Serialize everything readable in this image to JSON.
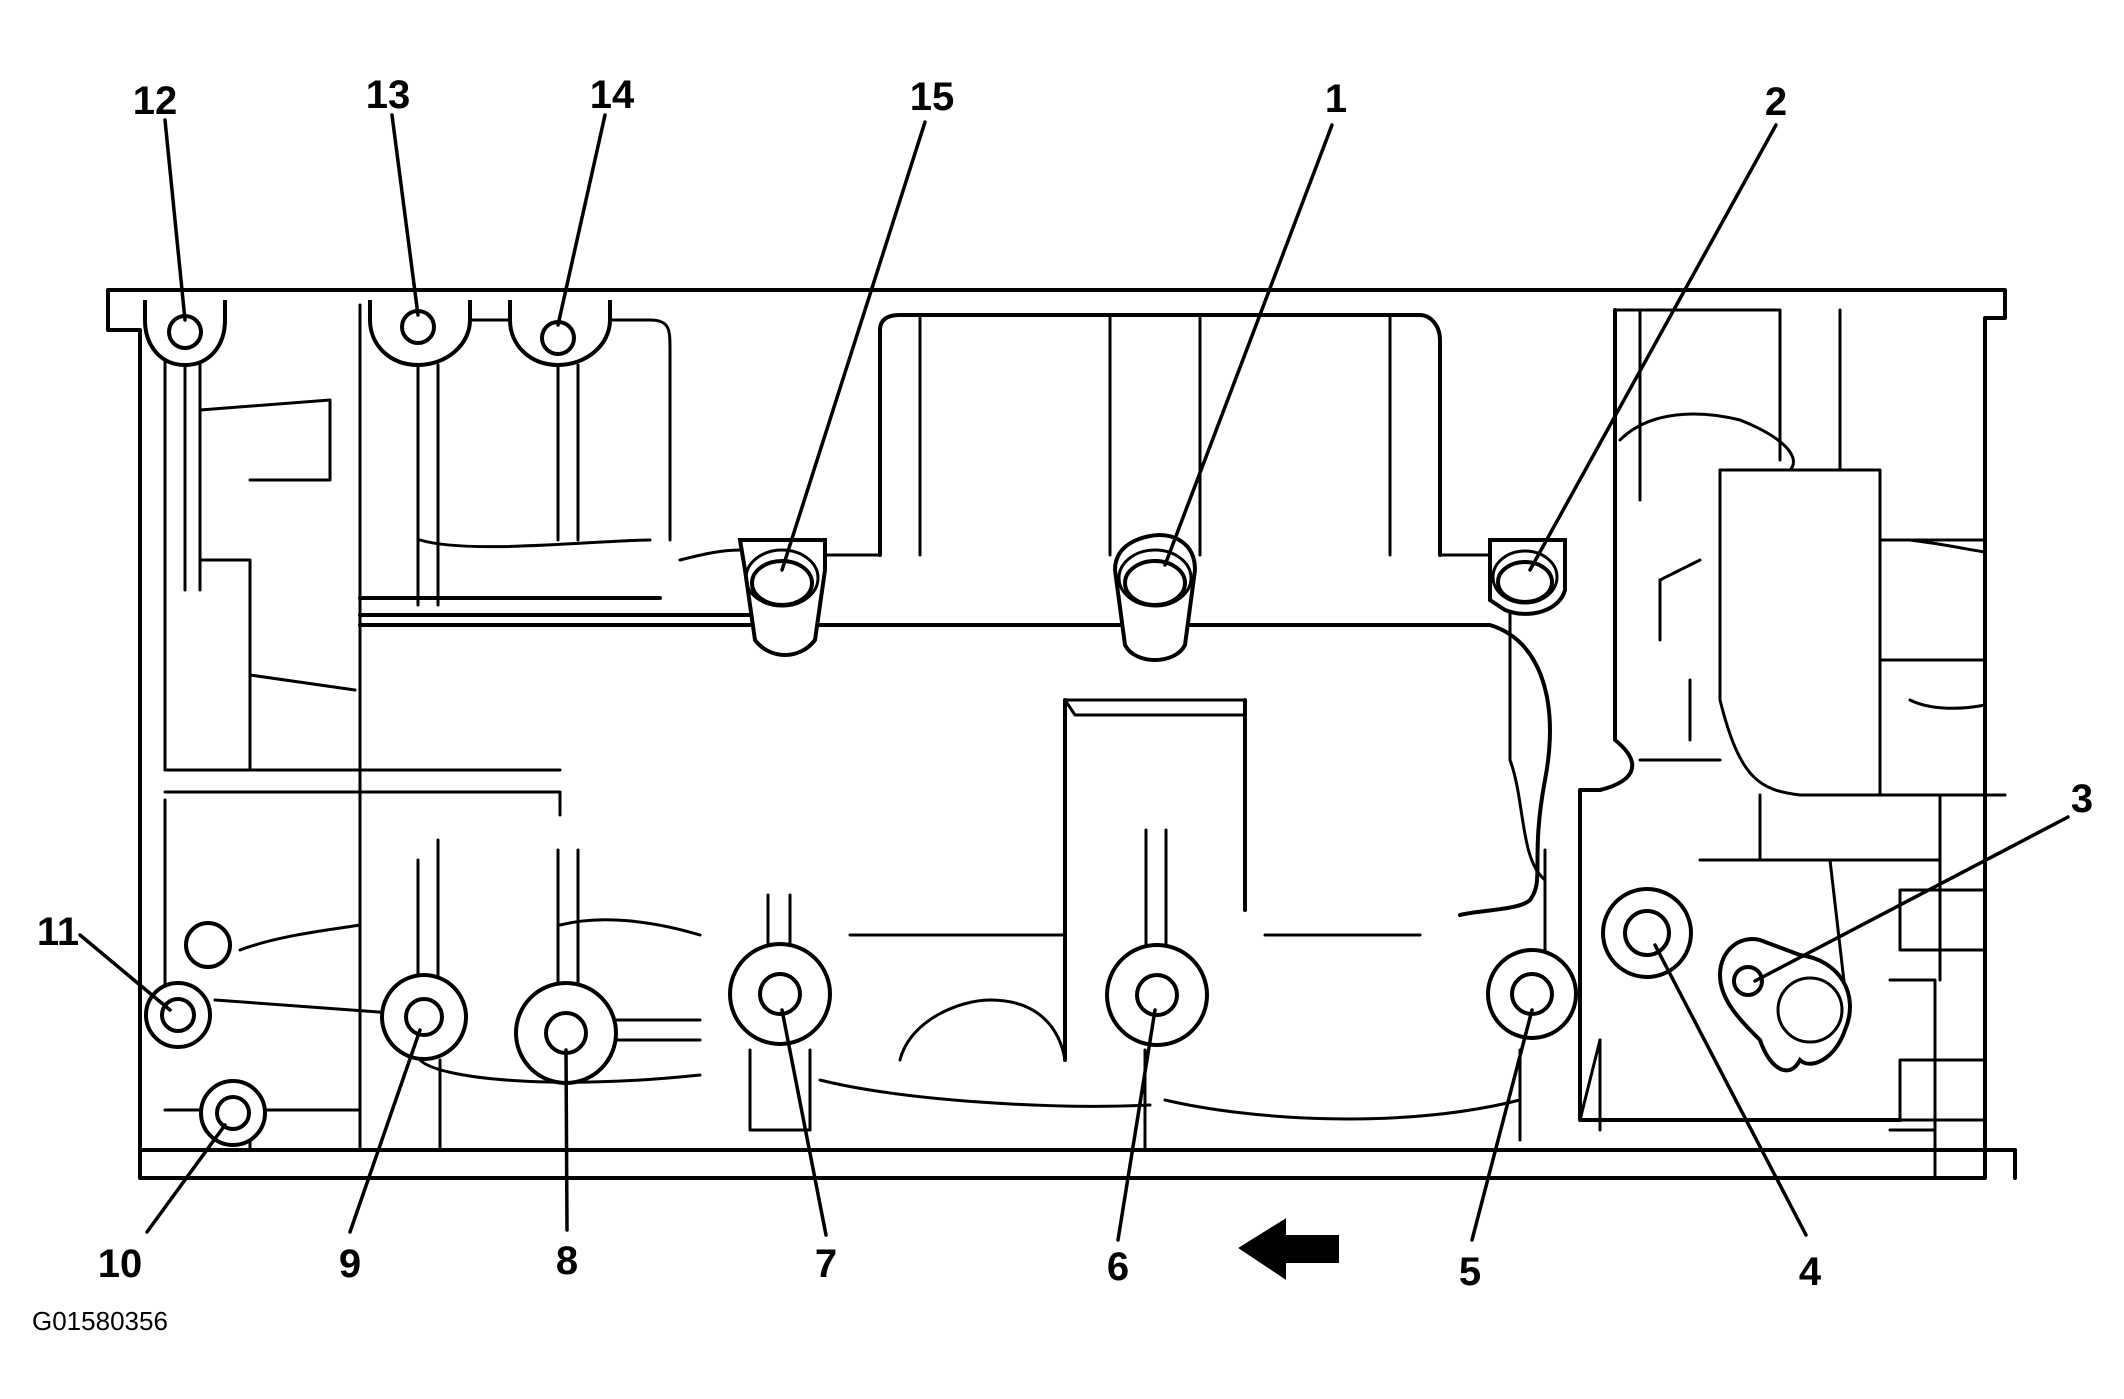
{
  "figure_id": "G01580356",
  "direction_arrow": "arrow-left-icon",
  "callouts": [
    {
      "id": "1",
      "label": "1"
    },
    {
      "id": "2",
      "label": "2"
    },
    {
      "id": "3",
      "label": "3"
    },
    {
      "id": "4",
      "label": "4"
    },
    {
      "id": "5",
      "label": "5"
    },
    {
      "id": "6",
      "label": "6"
    },
    {
      "id": "7",
      "label": "7"
    },
    {
      "id": "8",
      "label": "8"
    },
    {
      "id": "9",
      "label": "9"
    },
    {
      "id": "10",
      "label": "10"
    },
    {
      "id": "11",
      "label": "11"
    },
    {
      "id": "12",
      "label": "12"
    },
    {
      "id": "13",
      "label": "13"
    },
    {
      "id": "14",
      "label": "14"
    },
    {
      "id": "15",
      "label": "15"
    }
  ]
}
